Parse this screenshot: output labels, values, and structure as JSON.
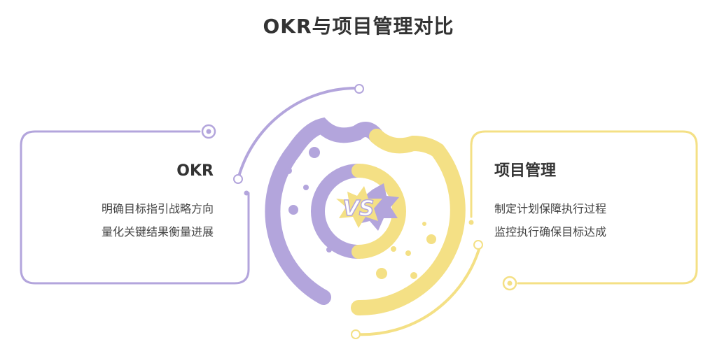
{
  "title": "OKR与项目管理对比",
  "left": {
    "heading": "OKR",
    "items": [
      "明确目标指引战略方向",
      "量化关键结果衡量进展"
    ]
  },
  "right": {
    "heading": "项目管理",
    "items": [
      "制定计划保障执行过程",
      "监控执行确保目标达成"
    ]
  },
  "center": {
    "badge_text": "VS"
  },
  "colors": {
    "purple": "#b3a5dc",
    "yellow": "#f4e085",
    "text": "#333333"
  }
}
